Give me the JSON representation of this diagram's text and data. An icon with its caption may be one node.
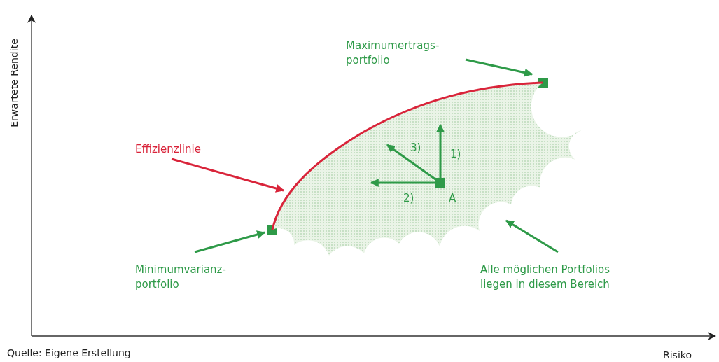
{
  "diagram": {
    "caption": "Quelle: Eigene Erstellung",
    "nodes": [
      {
        "text": [
          "Maximumertrags- portfolio"
        ]
      },
      {
        "text": [],
        "shape": "box"
      },
      {
        "text": [
          "Effizienzlinie"
        ]
      },
      {
        "text": [
          "Minimumvarianz- portfolio"
        ]
      },
      {
        "text": [],
        "shape": "box"
      },
      {
        "text": [
          "Alle möglichen Portfolios liegen in diesem Bereich"
        ]
      },
      {
        "text": [],
        "shape": "cloud"
      },
      {
        "text": [],
        "shape": "box",
        "beside": [
          "A"
        ],
        "in": 6
      }
    ],
    "edges": [
      {
        "from": 0,
        "to": 1,
        "arrow": "to"
      },
      {
        "from": 2,
        "to": 6,
        "arrow": "to",
        "color": "#d9243a"
      },
      {
        "from": 3,
        "to": 4,
        "arrow": "to"
      },
      {
        "from": 5,
        "to": 6,
        "arrow": "to"
      },
      {
        "from": 7,
        "to": null,
        "arrow": "to",
        "label": "1)"
      },
      {
        "from": 7,
        "to": null,
        "arrow": "to",
        "label": "2)"
      },
      {
        "from": 7,
        "to": null,
        "arrow": "to",
        "label": "3)"
      }
    ],
    "labels": [
      "Erwartete Rendite",
      "Risiko"
    ]
  }
}
